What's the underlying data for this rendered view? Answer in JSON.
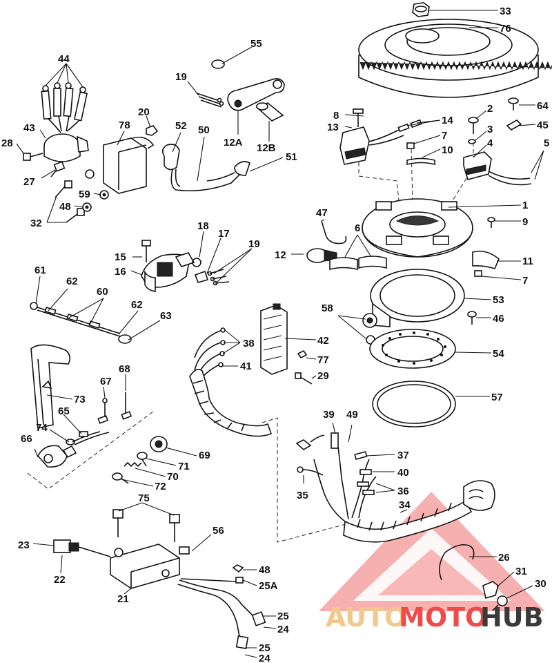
{
  "callouts": {
    "c1": "1",
    "c2": "2",
    "c3": "3",
    "c4": "4",
    "c5": "5",
    "c6": "6",
    "c7a": "7",
    "c7b": "7",
    "c8": "8",
    "c9": "9",
    "c10": "10",
    "c11": "11",
    "c12": "12",
    "c12a": "12A",
    "c12b": "12B",
    "c13": "13",
    "c14": "14",
    "c15": "15",
    "c16": "16",
    "c17": "17",
    "c18": "18",
    "c19a": "19",
    "c19b": "19",
    "c20": "20",
    "c21": "21",
    "c22": "22",
    "c23": "23",
    "c24a": "24",
    "c24b": "24",
    "c25a": "25",
    "c25b": "25",
    "c25c": "25A",
    "c26": "26",
    "c27": "27",
    "c28": "28",
    "c29": "29",
    "c30": "30",
    "c31": "31",
    "c32": "32",
    "c33": "33",
    "c34": "34",
    "c35": "35",
    "c36": "36",
    "c37": "37",
    "c38": "38",
    "c39": "39",
    "c40": "40",
    "c41": "41",
    "c42": "42",
    "c43": "43",
    "c44": "44",
    "c45": "45",
    "c46": "46",
    "c47": "47",
    "c48a": "48",
    "c48b": "48",
    "c49": "49",
    "c50": "50",
    "c51": "51",
    "c52": "52",
    "c53": "53",
    "c54": "54",
    "c55": "55",
    "c56": "56",
    "c57": "57",
    "c58": "58",
    "c59": "59",
    "c60": "60",
    "c61": "61",
    "c62a": "62",
    "c62b": "62",
    "c63": "63",
    "c64": "64",
    "c65": "65",
    "c66": "66",
    "c67": "67",
    "c68": "68",
    "c69": "69",
    "c70": "70",
    "c71": "71",
    "c72": "72",
    "c73": "73",
    "c74": "74",
    "c75": "75",
    "c76": "76",
    "c77": "77",
    "c78": "78"
  },
  "watermark": {
    "part1": "AUTO",
    "part2": "MOTO",
    "part3": "HUB",
    "color_light": "#f2c98a",
    "color_red": "#ef4b4b",
    "color_dark": "#3a3a3a"
  }
}
